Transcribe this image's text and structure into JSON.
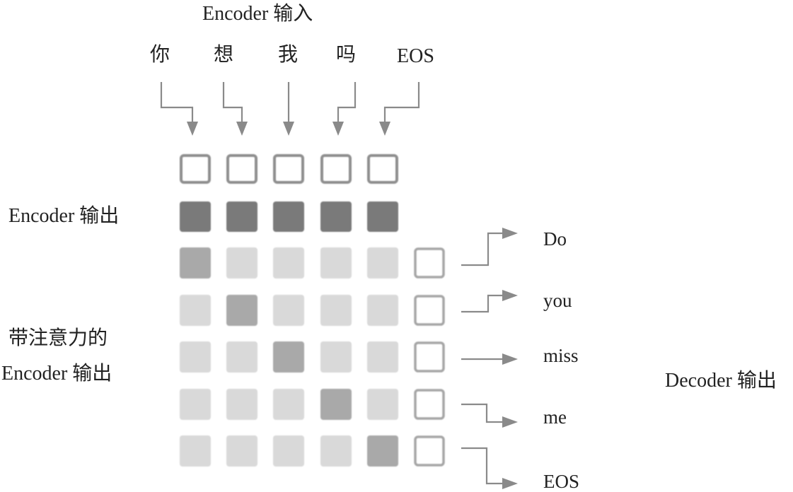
{
  "encoder_input": {
    "title": "Encoder 输入",
    "tokens": [
      "你",
      "想",
      "我",
      "吗",
      "EOS"
    ]
  },
  "encoder_output": {
    "label": "Encoder 输出"
  },
  "attention_output": {
    "label_line1": "带注意力的",
    "label_line2": "Encoder 输出"
  },
  "decoder_output": {
    "label": "Decoder 输出",
    "tokens": [
      "Do",
      "you",
      "miss",
      "me",
      "EOS"
    ]
  },
  "attention": {
    "focus_index": [
      0,
      1,
      2,
      3,
      4
    ]
  },
  "colors": {
    "arrow": "#8a8a8a",
    "box_outline": "#8f8f8f",
    "encoder_output_fill": "#7a7a7a",
    "attention_focus_fill": "#a9a9a9",
    "attention_weak_fill": "#d9d9d9",
    "decoder_box_outline": "#a6a6a6"
  }
}
